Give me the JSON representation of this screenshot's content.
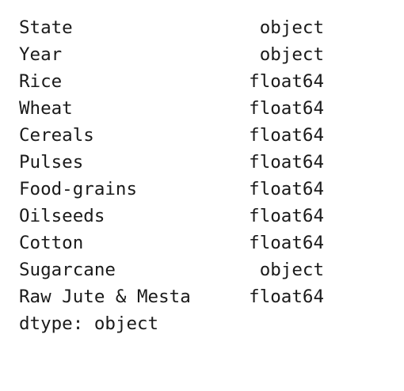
{
  "series": [
    {
      "name": "State",
      "dtype": "object"
    },
    {
      "name": "Year",
      "dtype": "object"
    },
    {
      "name": "Rice",
      "dtype": "float64"
    },
    {
      "name": "Wheat",
      "dtype": "float64"
    },
    {
      "name": "Cereals",
      "dtype": "float64"
    },
    {
      "name": "Pulses",
      "dtype": "float64"
    },
    {
      "name": "Food-grains",
      "dtype": "float64"
    },
    {
      "name": "Oilseeds",
      "dtype": "float64"
    },
    {
      "name": "Cotton",
      "dtype": "float64"
    },
    {
      "name": "Sugarcane",
      "dtype": "object"
    },
    {
      "name": "Raw Jute & Mesta",
      "dtype": "float64"
    }
  ],
  "footer": "dtype: object"
}
